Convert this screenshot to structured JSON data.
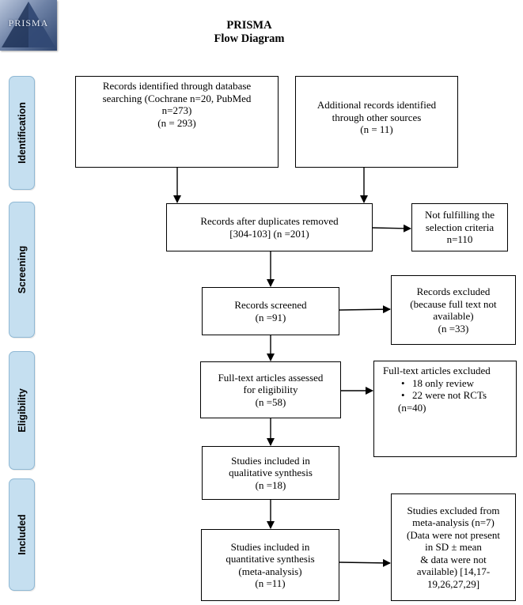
{
  "logo": {
    "text": "PRISMA"
  },
  "title": {
    "line1": "PRISMA",
    "line2": "Flow Diagram"
  },
  "stages": {
    "identification": "Identification",
    "screening": "Screening",
    "eligibility": "Eligibility",
    "included": "Included"
  },
  "boxes": {
    "db_records": {
      "lines": [
        "Records identified through database",
        "searching (Cochrane n=20, PubMed",
        "n=273)",
        "(n = 293)"
      ]
    },
    "other_records": {
      "lines": [
        "Additional records identified",
        "through other sources",
        "(n = 11)"
      ]
    },
    "after_duplicates": {
      "lines": [
        "Records after duplicates removed",
        "[304-103] (n =201)"
      ]
    },
    "not_fulfilling": {
      "lines": [
        "Not fulfilling the",
        "selection criteria",
        "n=110"
      ]
    },
    "screened": {
      "lines": [
        "Records screened",
        "(n =91)"
      ]
    },
    "excluded_screen": {
      "lines": [
        "Records excluded",
        "(because full text not",
        "available)",
        "(n =33)"
      ]
    },
    "fulltext_assessed": {
      "lines": [
        "Full-text articles assessed",
        "for eligibility",
        "(n =58)"
      ]
    },
    "fulltext_excluded": {
      "title": "Full-text articles excluded",
      "items": [
        "18 only review",
        "22 were not RCTs"
      ],
      "total": "(n=40)"
    },
    "qualitative": {
      "lines": [
        "Studies included in",
        "qualitative synthesis",
        "(n =18)"
      ]
    },
    "meta_excluded": {
      "lines": [
        "Studies excluded from",
        "meta-analysis (n=7)",
        "(Data were not present",
        "in SD ± mean",
        "& data were not",
        "available) [14,17-",
        "19,26,27,29]"
      ]
    },
    "quantitative": {
      "lines": [
        "Studies included in",
        "quantitative synthesis",
        "(meta-analysis)",
        "(n =11)"
      ]
    }
  }
}
